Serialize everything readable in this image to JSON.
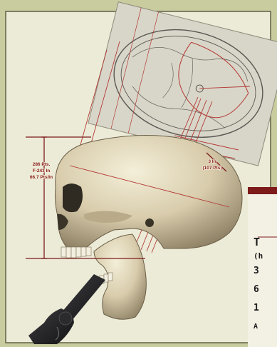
{
  "annotations": {
    "height_line1": "286 Pts.",
    "height_line2": "F-243 In",
    "height_line3": "66.7 Pts/In",
    "depth_line1": "3 In",
    "depth_line2": "(107 Pts)"
  },
  "side_panel": {
    "line1": "T",
    "line2": "(h",
    "line3": "3",
    "line4": "6",
    "line5": "1",
    "line6": "A"
  },
  "colors": {
    "background": "#c9cc9e",
    "card": "#ecebd7",
    "accent": "#7d1b1b",
    "guide_lines": "#b33a35"
  },
  "icons": [
    "skull-illustration",
    "revolver-illustration",
    "skull-top-view-diagram"
  ]
}
